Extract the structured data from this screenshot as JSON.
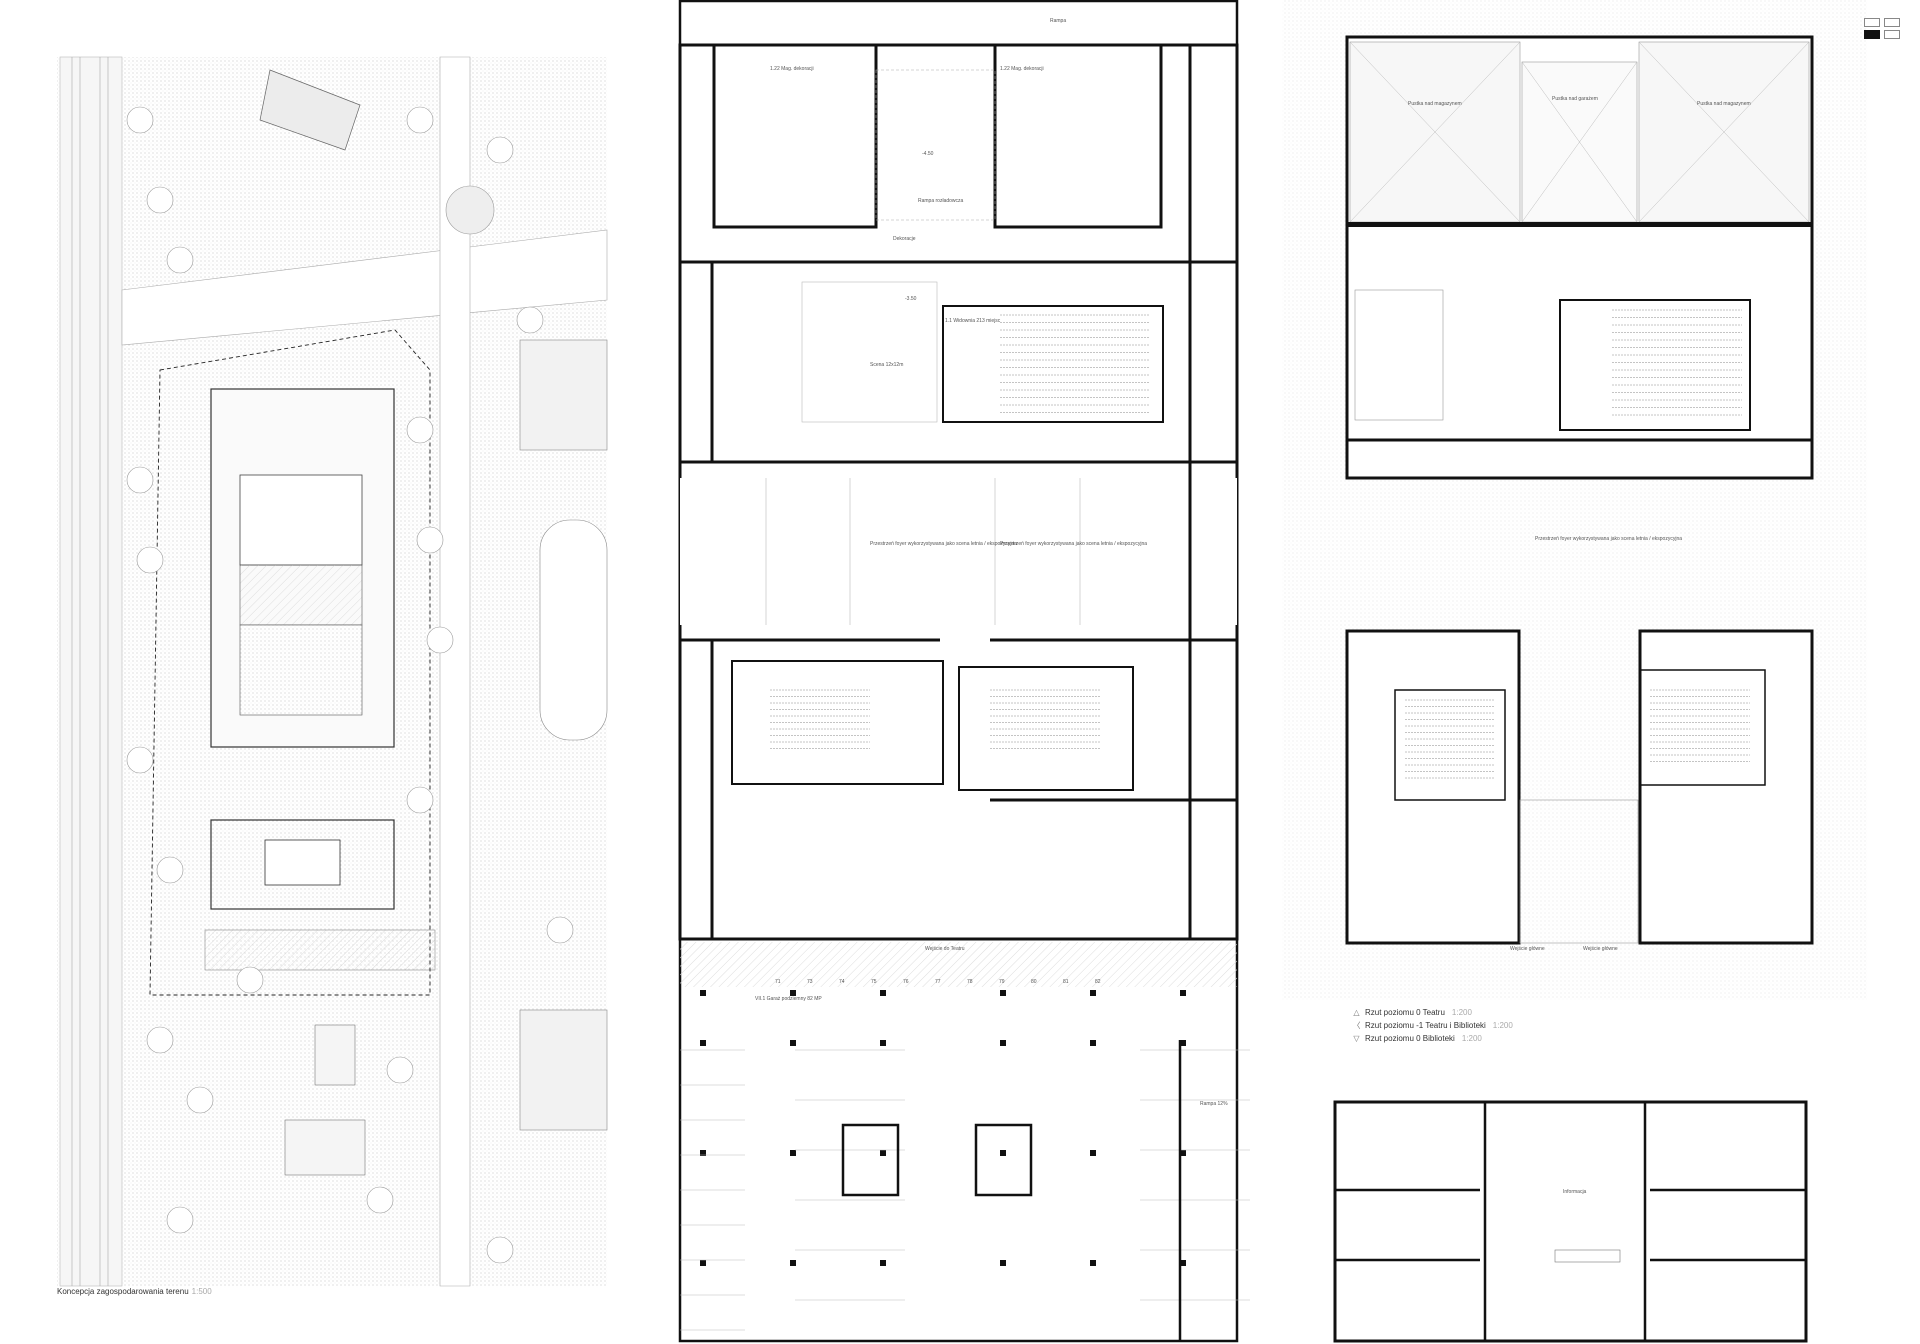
{
  "site_plan": {
    "caption": "Koncepcja zagospodarowania terenu",
    "scale": "1:500"
  },
  "middle_plan": {
    "labels": {
      "magazine_left": "1.22 Mag. dekoracji",
      "magazine_right": "1.22 Mag. dekoracji",
      "ramp_top": "Rampa",
      "loading_ramp": "Rampa rozładowcza",
      "decorations": "Dekoracje",
      "stage": "Scena 12x12m",
      "audience": "1.1 Widownia 213 miejsc",
      "foyer_left": "Przestrzeń foyer wykorzystywana jako scena letnia / ekspozycyjna",
      "foyer_right": "Przestrzeń foyer wykorzystywana jako scena letnia / ekspozycyjna",
      "theatre_entry": "Wejście do Teatru",
      "parking": "VII.1 Garaż podziemny 82 MP",
      "ramp_bottom": "Rampa 12%",
      "level_a": "-3.50",
      "level_b": "-4.50"
    },
    "parking_numbers": [
      "71",
      "73",
      "74",
      "75",
      "76",
      "77",
      "78",
      "79",
      "80",
      "81",
      "82"
    ]
  },
  "right_plan": {
    "labels": {
      "void_left": "Pustka nad magazynem",
      "void_center": "Pustka nad garażem",
      "void_right": "Pustka nad magazynem",
      "foyer": "Przestrzeń foyer wykorzystywana jako scena letnia / ekspozycyjna",
      "main_entry_left": "Wejście główne",
      "main_entry_right": "Wejście główne",
      "info": "Informacja"
    },
    "legend": [
      {
        "icon": "triangle-up-icon",
        "glyph": "△",
        "label": "Rzut poziomu 0 Teatru",
        "scale": "1:200"
      },
      {
        "icon": "chevron-left-icon",
        "glyph": "〈",
        "label": "Rzut poziomu -1 Teatru i Biblioteki",
        "scale": "1:200"
      },
      {
        "icon": "triangle-down-icon",
        "glyph": "▽",
        "label": "Rzut poziomu 0 Biblioteki",
        "scale": "1:200"
      }
    ]
  },
  "view_toggles": [
    {
      "state": "off"
    },
    {
      "state": "off"
    },
    {
      "state": "on"
    },
    {
      "state": "off"
    }
  ],
  "colors": {
    "wall": "#111111",
    "thin_line": "#9a9a9a",
    "hatch": "#d6d6d6",
    "vegetation": "#e3e3e3"
  }
}
